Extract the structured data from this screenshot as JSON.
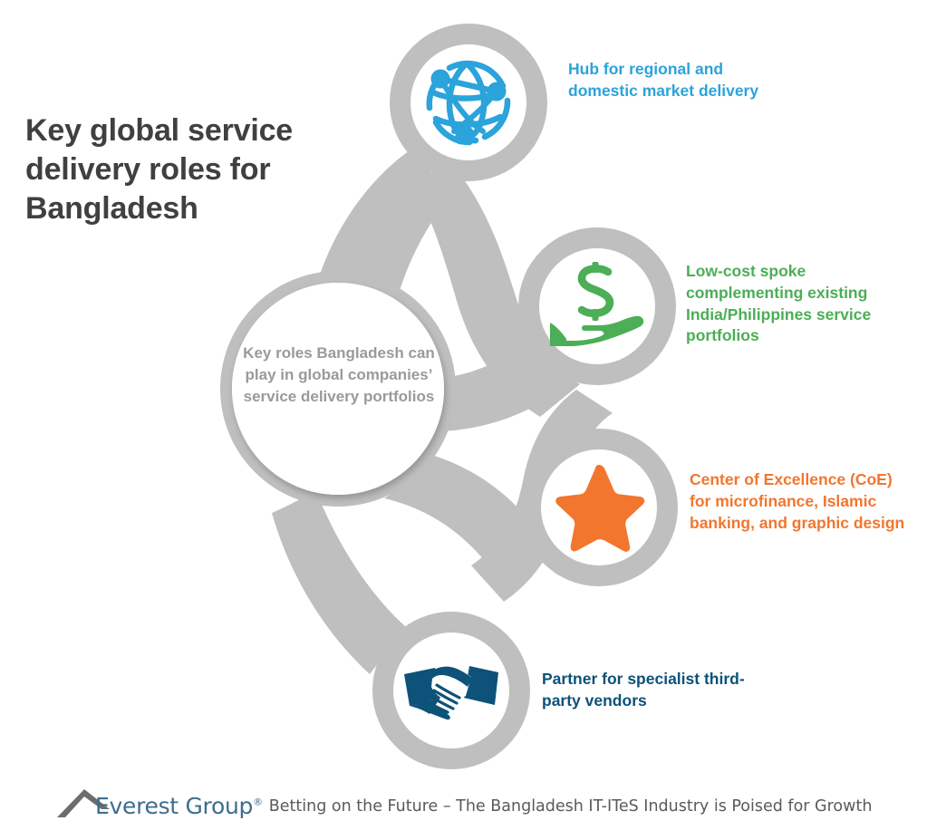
{
  "title": "Key global service delivery roles for Bangladesh",
  "center": {
    "caption": "Key roles Bangladesh can play in global companies’ service delivery portfolios"
  },
  "colors": {
    "gray": "#bfbfbf",
    "title_text": "#404040",
    "center_text": "#9a9a9a",
    "blue": "#2ba3db",
    "green": "#4cae56",
    "orange": "#f2762e",
    "navy": "#0d5278",
    "logo_blue": "#3d6e8f",
    "footer_text": "#5a5a5a",
    "background": "#ffffff"
  },
  "nodes": [
    {
      "icon": "globe-network-icon",
      "label": "Hub for regional and domestic market delivery",
      "color": "#2ba3db"
    },
    {
      "icon": "hand-holding-dollar-icon",
      "label": "Low-cost spoke complementing existing India/Philippines service portfolios",
      "color": "#4cae56"
    },
    {
      "icon": "star-icon",
      "label": "Center of Excellence (CoE) for microfinance, Islamic banking, and graphic design",
      "color": "#f2762e"
    },
    {
      "icon": "handshake-icon",
      "label": "Partner for specialist third-party vendors",
      "color": "#0d5278"
    }
  ],
  "footer": {
    "logo_text": "Everest Group",
    "logo_registered": "®",
    "caption": "Betting on the Future – The Bangladesh IT-ITeS Industry is Poised for Growth"
  }
}
